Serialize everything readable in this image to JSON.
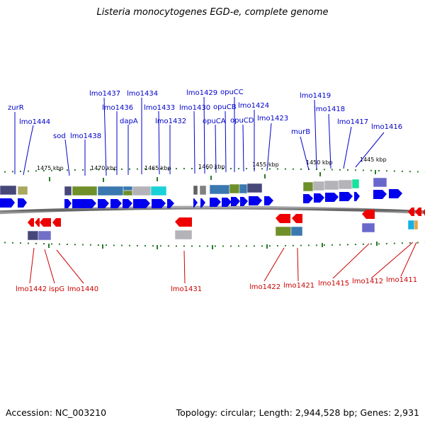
{
  "title": "Listeria monocytogenes EGD-e, complete genome",
  "footer": {
    "accession": "Accession: NC_003210",
    "summary": "Topology: circular; Length: 2,944,528 bp; Genes: 2,931"
  },
  "scale_labels": [
    "1475 kbp",
    "1470 kbp",
    "1465 kbp",
    "1460 kbp",
    "1455 kbp",
    "1450 kbp",
    "1445 kbp"
  ],
  "forward_labels": [
    "zurR",
    "lmo1444",
    "sod",
    "lmo1438",
    "lmo1437",
    "lmo1436",
    "dapA",
    "lmo1434",
    "lmo1433",
    "lmo1432",
    "lmo1430",
    "lmo1429",
    "opuCA",
    "opuCB",
    "opuCC",
    "opuCD",
    "lmo1424",
    "lmo1423",
    "murB",
    "lmo1419",
    "lmo1418",
    "lmo1417",
    "lmo1416"
  ],
  "reverse_labels": [
    "lmo1442",
    "ispG",
    "lmo1440",
    "lmo1431",
    "lmo1422",
    "lmo1421",
    "lmo1415",
    "lmo1412",
    "lmo1411"
  ],
  "colors": {
    "forward_gene": "#0000ee",
    "reverse_gene": "#ee0000",
    "forward_label": "#0000cc",
    "reverse_label": "#cc0000",
    "backbone": "#777777",
    "tick": "#2a7a2a"
  }
}
